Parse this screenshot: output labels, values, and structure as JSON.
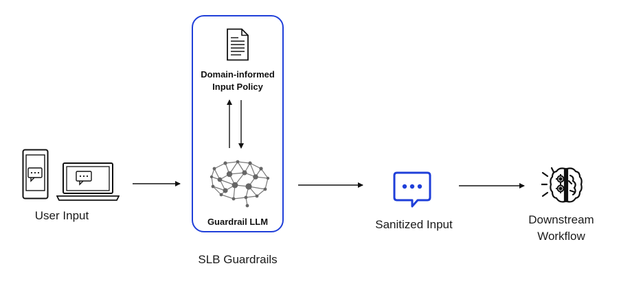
{
  "diagram": {
    "user_input_label": "User Input",
    "policy_label_line1": "Domain-informed",
    "policy_label_line2": "Input Policy",
    "guardrail_llm_label": "Guardrail LLM",
    "guardrails_caption": "SLB  Guardrails",
    "sanitized_label": "Sanitized Input",
    "downstream_line1": "Downstream",
    "downstream_line2": "Workflow",
    "icons": {
      "phone": "smartphone-chat-icon",
      "laptop": "laptop-chat-icon",
      "document": "document-icon",
      "brain_network": "brain-network-icon",
      "chat_bubble": "chat-bubble-icon",
      "brain_gears": "brain-gears-icon"
    },
    "colors": {
      "accent_blue": "#1f3fd9",
      "dark": "#111111",
      "node_gray": "#666666"
    }
  }
}
